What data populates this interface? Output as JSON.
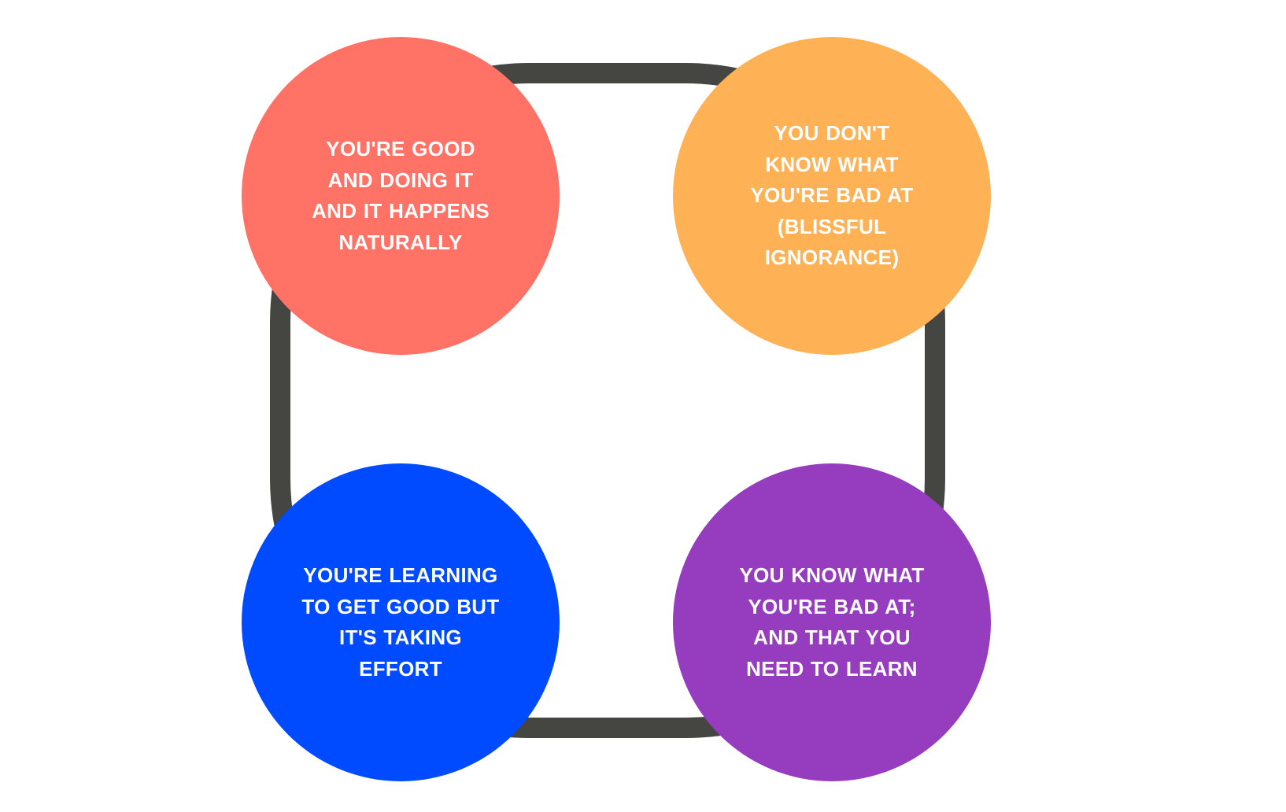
{
  "ring_color": "#454542",
  "stages": [
    {
      "id": "top-left",
      "color": "#FF7265",
      "text": "YOU'RE GOOD\nAND DOING IT \nAND IT HAPPENS\nNATURALLY"
    },
    {
      "id": "top-right",
      "color": "#FFB155",
      "text": "YOU DON'T\nKNOW WHAT\nYOU'RE BAD AT\n(BLISSFUL\nIGNORANCE)"
    },
    {
      "id": "bottom-left",
      "color": "#004AFF",
      "text": "YOU'RE LEARNING\nTO GET GOOD BUT\nIT'S  TAKING\nEFFORT"
    },
    {
      "id": "bottom-right",
      "color": "#953CBF",
      "text": "YOU KNOW WHAT\nYOU'RE BAD AT;\nAND THAT YOU\nNEED TO LEARN"
    }
  ]
}
